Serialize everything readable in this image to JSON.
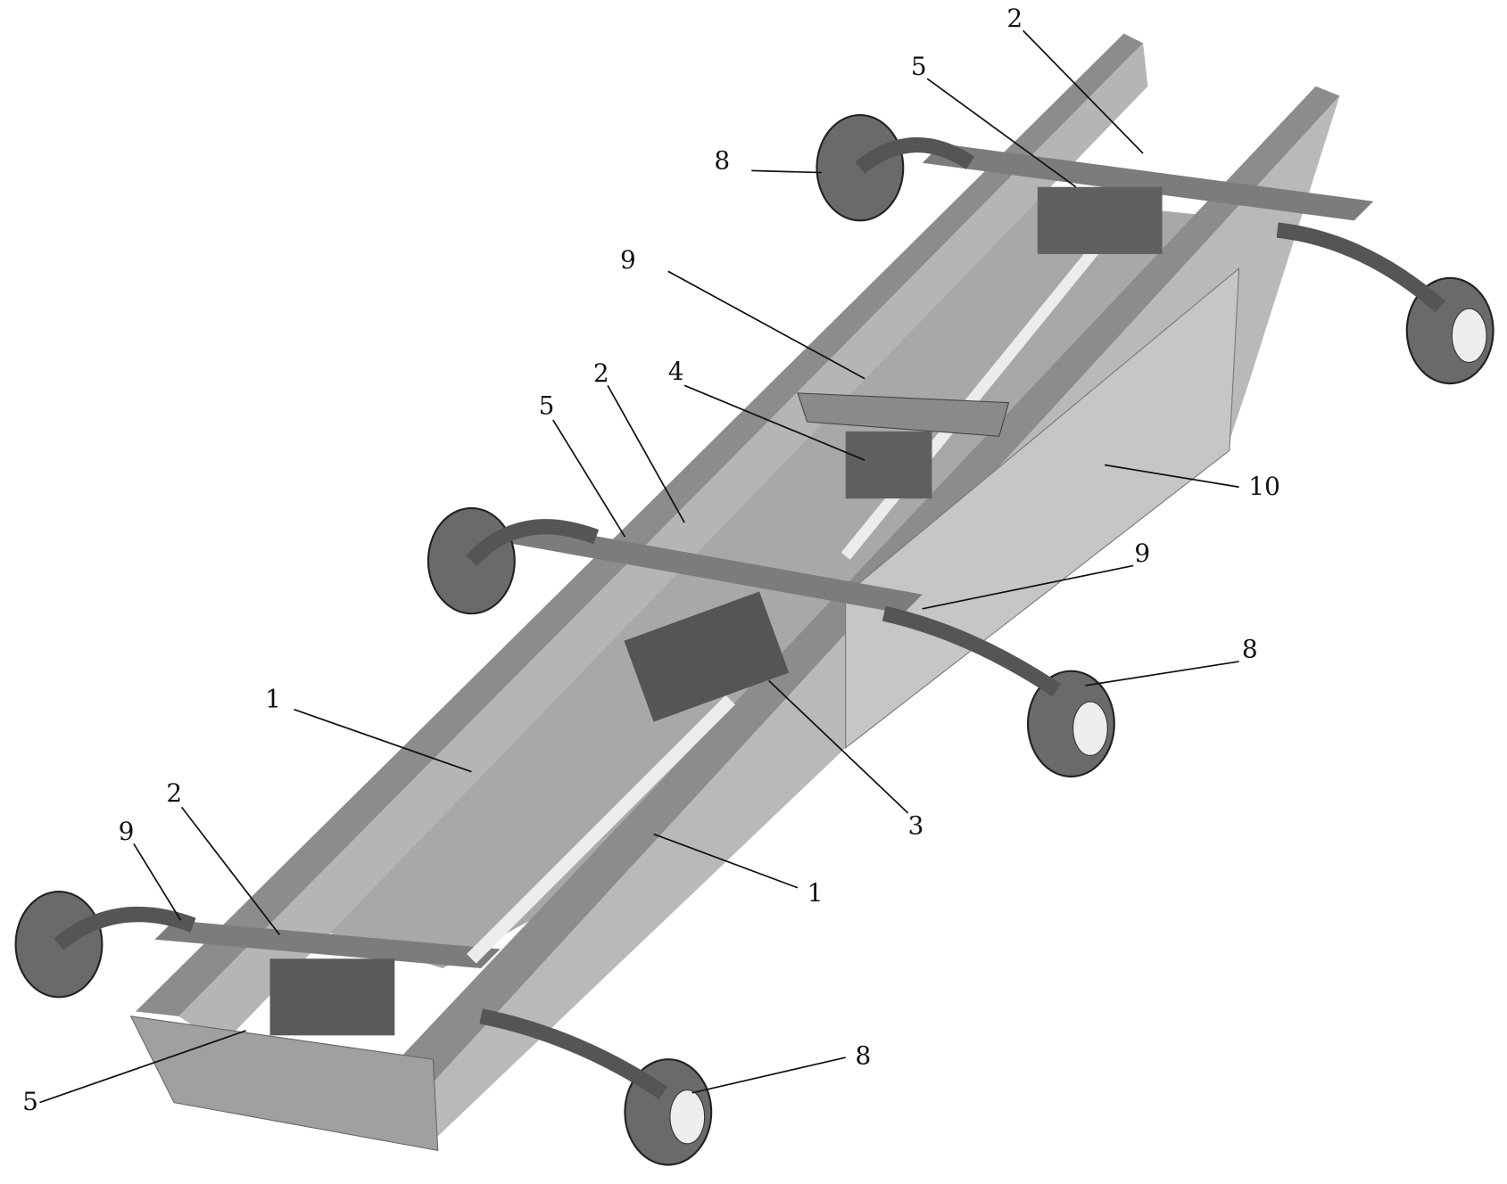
{
  "figure": {
    "callouts": [
      {
        "id": "2",
        "text": "2"
      },
      {
        "id": "5",
        "text": "5"
      },
      {
        "id": "8",
        "text": "8"
      },
      {
        "id": "9",
        "text": "9"
      },
      {
        "id": "2",
        "text": "2"
      },
      {
        "id": "4",
        "text": "4"
      },
      {
        "id": "5",
        "text": "5"
      },
      {
        "id": "10",
        "text": "10"
      },
      {
        "id": "9",
        "text": "9"
      },
      {
        "id": "8",
        "text": "8"
      },
      {
        "id": "1",
        "text": "1"
      },
      {
        "id": "3",
        "text": "3"
      },
      {
        "id": "1",
        "text": "1"
      },
      {
        "id": "2",
        "text": "2"
      },
      {
        "id": "9",
        "text": "9"
      },
      {
        "id": "5",
        "text": "5"
      },
      {
        "id": "8",
        "text": "8"
      }
    ]
  },
  "colors": {
    "frame": "#9a9a9a",
    "frame_dark": "#6e6e6e",
    "frame_light": "#c8c8c8",
    "shaft": "#e6e6e6",
    "ink": "#111111"
  }
}
